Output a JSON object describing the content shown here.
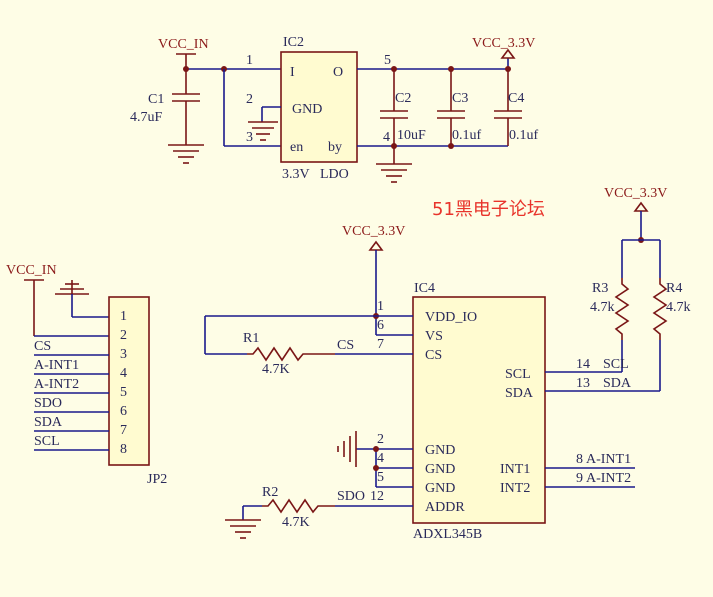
{
  "watermark": "51黑电子论坛",
  "nets": {
    "vcc_in_top": "VCC_IN",
    "vcc33_ldo": "VCC_3.3V",
    "vcc33_ic4": "VCC_3.3V",
    "vcc33_pullups": "VCC_3.3V",
    "vcc_in_jp2": "VCC_IN"
  },
  "ldo": {
    "ref": "IC2",
    "value_a": "3.3V",
    "value_b": "LDO",
    "pins": {
      "i": "I",
      "o": "O",
      "gnd": "GND",
      "en": "en",
      "by": "by"
    },
    "pin_numbers": {
      "p1": "1",
      "p2": "2",
      "p3": "3",
      "p5": "5",
      "p4": "4"
    }
  },
  "capacitors": [
    {
      "ref": "C1",
      "value": "4.7uF"
    },
    {
      "ref": "C2",
      "value": "10uF"
    },
    {
      "ref": "C3",
      "value": "0.1uf"
    },
    {
      "ref": "C4",
      "value": "0.1uf"
    }
  ],
  "connector": {
    "ref": "JP2",
    "pins": [
      "1",
      "2",
      "3",
      "4",
      "5",
      "6",
      "7",
      "8"
    ],
    "nets": [
      "CS",
      "A-INT1",
      "A-INT2",
      "SDO",
      "SDA",
      "SCL"
    ]
  },
  "ic4": {
    "ref": "IC4",
    "part": "ADXL345B",
    "pins_left": [
      {
        "num": "1",
        "name": "VDD_IO"
      },
      {
        "num": "6",
        "name": "VS"
      },
      {
        "num": "7",
        "name": "CS"
      },
      {
        "num": "2",
        "name": "GND"
      },
      {
        "num": "4",
        "name": "GND"
      },
      {
        "num": "5",
        "name": "GND"
      },
      {
        "num": "12",
        "name": "ADDR"
      }
    ],
    "pins_right": [
      {
        "num": "14",
        "name": "SCL",
        "net": "SCL"
      },
      {
        "num": "13",
        "name": "SDA",
        "net": "SDA"
      },
      {
        "num": "8",
        "name": "INT1",
        "net": "A-INT1"
      },
      {
        "num": "9",
        "name": "INT2",
        "net": "A-INT2"
      }
    ]
  },
  "resistors": [
    {
      "ref": "R1",
      "value": "4.7K",
      "net": "CS"
    },
    {
      "ref": "R2",
      "value": "4.7K",
      "net": "SDO"
    },
    {
      "ref": "R3",
      "value": "4.7k"
    },
    {
      "ref": "R4",
      "value": "4.7k"
    }
  ]
}
